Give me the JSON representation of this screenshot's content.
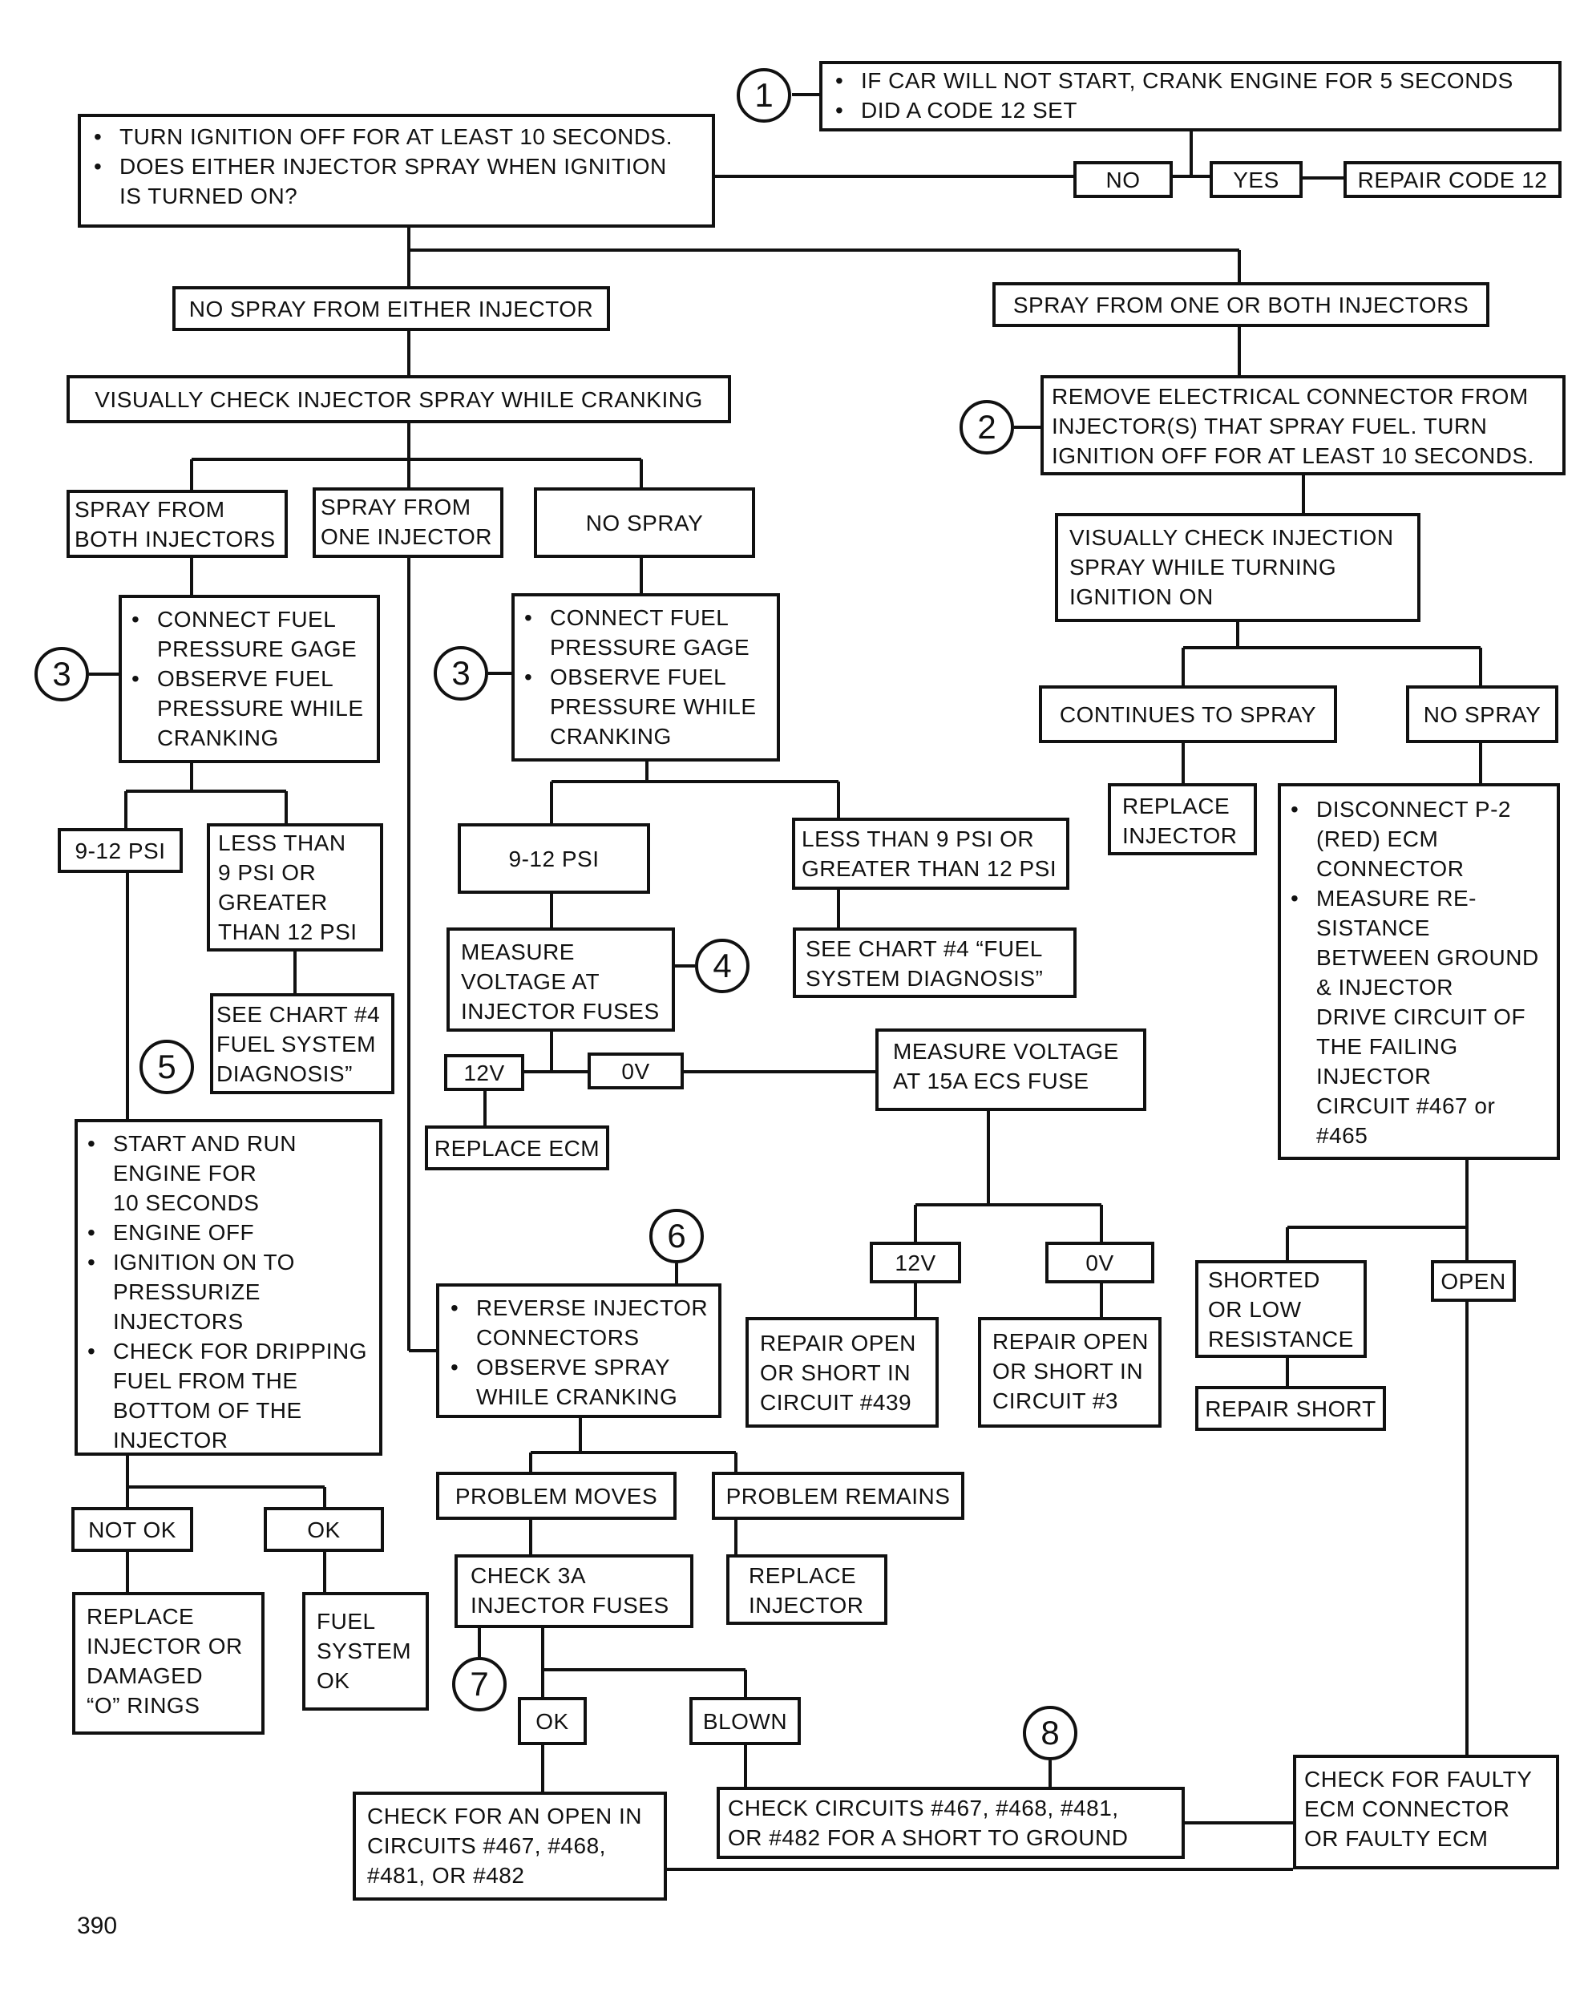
{
  "page_number": "390",
  "badges": [
    "1",
    "2",
    "3",
    "3",
    "4",
    "5",
    "6",
    "7",
    "8"
  ],
  "nodes": {
    "start_check": [
      "IF CAR WILL NOT START, CRANK ENGINE FOR 5 SECONDS",
      "DID A CODE 12 SET"
    ],
    "no": "NO",
    "yes": "YES",
    "repair_code12": "REPAIR CODE 12",
    "ignition_off": [
      "TURN IGNITION OFF FOR AT LEAST 10 SECONDS.",
      "DOES EITHER INJECTOR SPRAY WHEN IGNITION\nIS TURNED ON?"
    ],
    "no_spray_either": "NO SPRAY FROM EITHER INJECTOR",
    "spray_one_or_both": "SPRAY FROM ONE OR BOTH INJECTORS",
    "visually_check_cranking": "VISUALLY CHECK INJECTOR SPRAY WHILE CRANKING",
    "remove_connector": "REMOVE ELECTRICAL CONNECTOR FROM\nINJECTOR(S) THAT SPRAY FUEL. TURN\nIGNITION OFF FOR AT LEAST 10 SECONDS.",
    "spray_both": "SPRAY FROM\nBOTH INJECTORS",
    "spray_one": "SPRAY FROM\nONE INJECTOR",
    "no_spray_mid": "NO SPRAY",
    "visually_check_ignition": "VISUALLY CHECK INJECTION\nSPRAY WHILE TURNING\nIGNITION ON",
    "gage_left": [
      "CONNECT FUEL\nPRESSURE GAGE",
      "OBSERVE FUEL\nPRESSURE WHILE\nCRANKING"
    ],
    "gage_mid": [
      "CONNECT FUEL\nPRESSURE GAGE",
      "OBSERVE FUEL\nPRESSURE WHILE\nCRANKING"
    ],
    "continues_spray": "CONTINUES TO SPRAY",
    "no_spray_right": "NO SPRAY",
    "psi_left": "9-12 PSI",
    "less_left": "LESS THAN\n9 PSI OR\nGREATER\nTHAN 12 PSI",
    "psi_mid": "9-12 PSI",
    "less_mid": "LESS THAN 9 PSI OR\nGREATER THAN 12 PSI",
    "replace_injector_right": "REPLACE\nINJECTOR",
    "disconnect_p2": [
      "DISCONNECT P-2\n(RED) ECM\nCONNECTOR",
      "MEASURE RE-\nSISTANCE\nBETWEEN GROUND\n& INJECTOR\nDRIVE CIRCUIT OF\nTHE FAILING\nINJECTOR\nCIRCUIT #467 or\n#465"
    ],
    "measure_voltage_fuses": "MEASURE\nVOLTAGE AT\nINJECTOR FUSES",
    "see_chart4_mid": "SEE CHART #4 “FUEL\nSYSTEM DIAGNOSIS”",
    "see_chart4_left": "SEE CHART #4\nFUEL SYSTEM\nDIAGNOSIS”",
    "v12_a": "12V",
    "v0_a": "0V",
    "measure_15a": "MEASURE VOLTAGE\nAT 15A ECS FUSE",
    "replace_ecm": "REPLACE ECM",
    "start_run": [
      "START AND RUN\nENGINE FOR\n10 SECONDS",
      "ENGINE OFF",
      "IGNITION ON TO\nPRESSURIZE\nINJECTORS",
      "CHECK FOR DRIPPING\nFUEL FROM THE\nBOTTOM OF THE\nINJECTOR"
    ],
    "v12_b": "12V",
    "v0_b": "0V",
    "shorted_low": "SHORTED\nOR LOW\nRESISTANCE",
    "open": "OPEN",
    "reverse_connectors": [
      "REVERSE INJECTOR\nCONNECTORS",
      "OBSERVE SPRAY\nWHILE CRANKING"
    ],
    "repair_439": "REPAIR OPEN\nOR SHORT IN\nCIRCUIT #439",
    "repair_3": "REPAIR OPEN\nOR SHORT IN\nCIRCUIT #3",
    "repair_short": "REPAIR SHORT",
    "problem_moves": "PROBLEM MOVES",
    "problem_remains": "PROBLEM REMAINS",
    "not_ok": "NOT OK",
    "ok_left": "OK",
    "check_3a": "CHECK 3A\nINJECTOR FUSES",
    "replace_injector_mid": "REPLACE\nINJECTOR",
    "replace_oring": "REPLACE\nINJECTOR OR\nDAMAGED\n“O” RINGS",
    "fuel_ok": "FUEL\nSYSTEM\nOK",
    "ok_mid": "OK",
    "blown": "BLOWN",
    "check_open": "CHECK FOR AN OPEN IN\nCIRCUITS #467, #468,\n#481, OR #482",
    "check_short": "CHECK CIRCUITS #467, #468, #481,\nOR #482 FOR A SHORT TO GROUND",
    "faulty_ecm": "CHECK FOR FAULTY\nECM CONNECTOR\nOR FAULTY ECM"
  }
}
